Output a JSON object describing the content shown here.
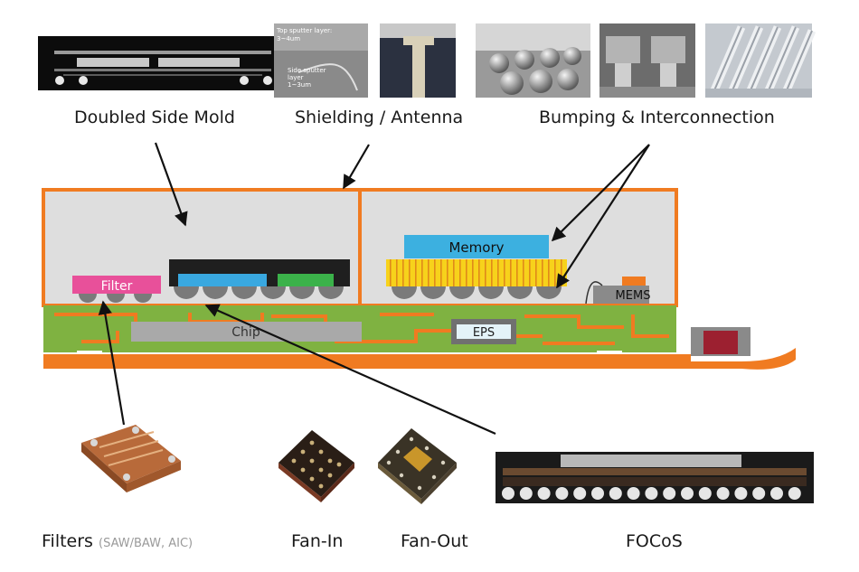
{
  "captions": {
    "doubled_side_mold": "Doubled Side Mold",
    "shielding_antenna": "Shielding / Antenna",
    "bumping_interconnection": "Bumping & Interconnection",
    "filters": "Filters",
    "filters_sub": "(SAW/BAW, AIC)",
    "fan_in": "Fan-In",
    "fan_out": "Fan-Out",
    "focos": "FOCoS"
  },
  "components": {
    "filter": "Filter",
    "memory": "Memory",
    "chip": "Chip",
    "eps": "EPS",
    "mems": "MEMS"
  },
  "photo_labels": {
    "sputter_top": "Top sputter layer:",
    "sputter_top_val": "3~4um",
    "sputter_side": "Side sputter",
    "sputter_side2": "layer",
    "sputter_side_val": "1~3um"
  },
  "colors": {
    "package_outline": "#f07b21",
    "substrate": "#7fb241",
    "trace": "#f07b21",
    "filter": "#e8509a",
    "memory": "#3cb0e0",
    "interposer": "#f7d21b",
    "die_blue": "#39a8e0",
    "die_green": "#3bb24a",
    "bump": "#7a7a7a",
    "mold": "#dcdcdc"
  }
}
